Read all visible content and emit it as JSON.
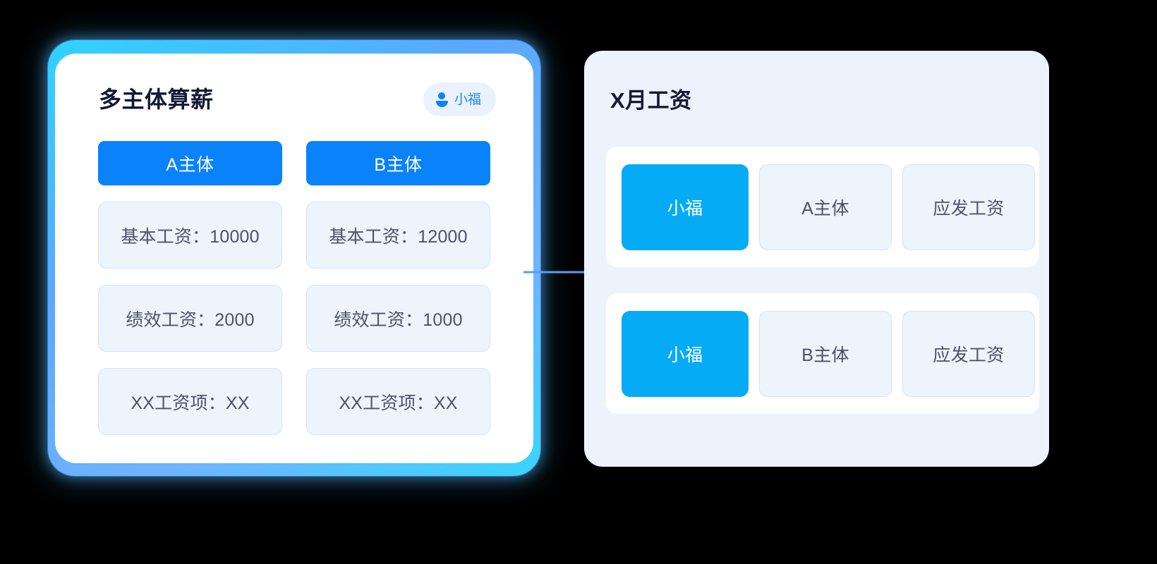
{
  "colors": {
    "background": "#000000",
    "accent_blue": "#0A82FA",
    "accent_cyan": "#06ABF6",
    "card_white": "#FFFFFF",
    "panel_bg": "#ECF3FC",
    "chip_bg": "#EEF4FC",
    "chip_border": "#CFE3FB",
    "text_dark": "#131836",
    "text_muted": "#4A5268",
    "glow": "#5AA8FF",
    "arrow": "#5B9BF8"
  },
  "left_card": {
    "title": "多主体算薪",
    "user_badge": {
      "icon": "person-icon",
      "label": "小福"
    },
    "entities": [
      {
        "button_label": "A主体",
        "items": [
          "基本工资：10000",
          "绩效工资：2000",
          "XX工资项：XX"
        ]
      },
      {
        "button_label": "B主体",
        "items": [
          "基本工资：12000",
          "绩效工资：1000",
          "XX工资项：XX"
        ]
      }
    ]
  },
  "connector": {
    "icon": "arrow-right-icon",
    "direction": "right"
  },
  "right_panel": {
    "title": "X月工资",
    "rows": [
      {
        "employee": "小福",
        "entity": "A主体",
        "pay_type": "应发工资"
      },
      {
        "employee": "小福",
        "entity": "B主体",
        "pay_type": "应发工资"
      }
    ]
  }
}
